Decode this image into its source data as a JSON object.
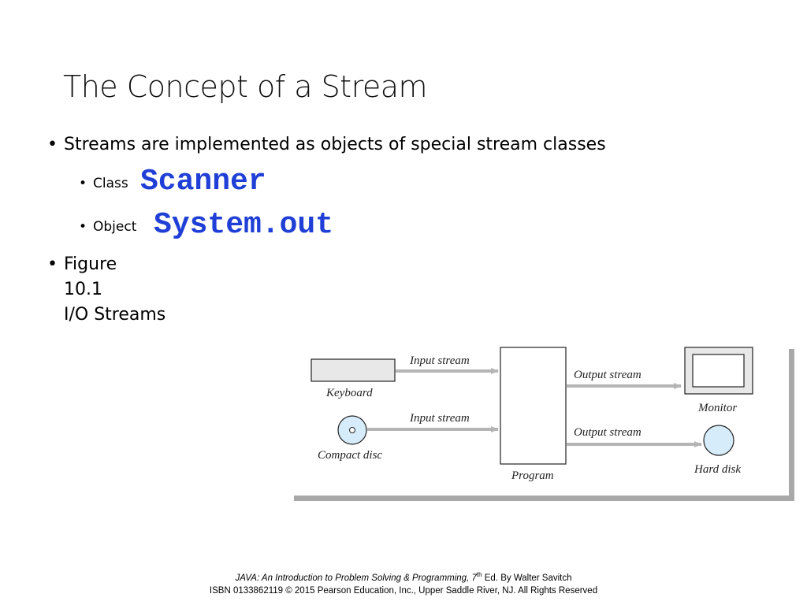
{
  "slide": {
    "title": "The Concept of a Stream",
    "bullet1": "Streams are implemented as objects of special stream classes",
    "sub1_label": "Class",
    "sub1_code": "Scanner",
    "sub2_label": "Object",
    "sub2_code": "System.out",
    "bullet2_lines": [
      "Figure",
      "10.1",
      "I/O Streams"
    ]
  },
  "figure": {
    "labels": {
      "keyboard": "Keyboard",
      "compact_disc": "Compact disc",
      "program": "Program",
      "monitor": "Monitor",
      "hard_disk": "Hard disk",
      "input_stream_1": "Input stream",
      "input_stream_2": "Input stream",
      "output_stream_1": "Output stream",
      "output_stream_2": "Output stream"
    },
    "colors": {
      "device_fill": "#e8e8e8",
      "disc_fill": "#d6ecfa",
      "arrow": "#b5b5b5"
    }
  },
  "footer": {
    "line1_italic": "JAVA: An Introduction to Problem Solving & Programming, 7",
    "line1_sup": "th",
    "line1_rest": " Ed. By Walter Savitch",
    "line2": "ISBN 0133862119 © 2015 Pearson Education, Inc., Upper Saddle River, NJ. All Rights Reserved"
  }
}
